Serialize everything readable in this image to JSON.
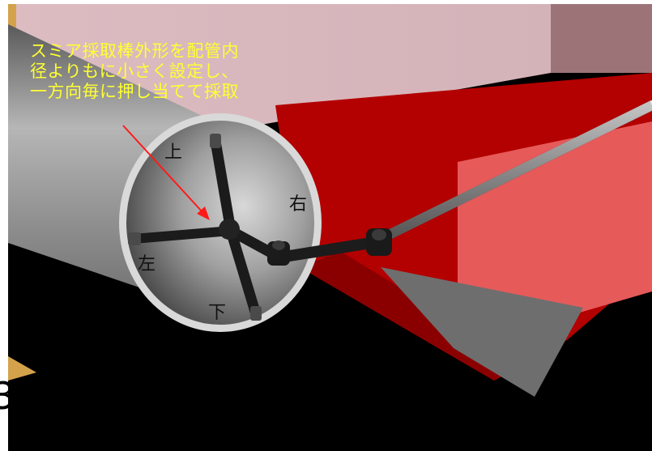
{
  "annotation_lines": [
    "スミア採取棒外形を配管内",
    "径よりもに小さく設定し、",
    "一方向毎に押し当てて採取"
  ],
  "direction_labels": {
    "up": "上",
    "right": "右",
    "left": "左",
    "down": "下"
  },
  "edge_fragment": "3",
  "colors": {
    "annotation_text": "#ffff33",
    "arrow": "#ff1a1a",
    "red_block": "#b30000",
    "pink_block": "#e65a5a",
    "pipe": "#9a9a9a",
    "rod": "#222222",
    "background_wall": "#d9b9be"
  }
}
